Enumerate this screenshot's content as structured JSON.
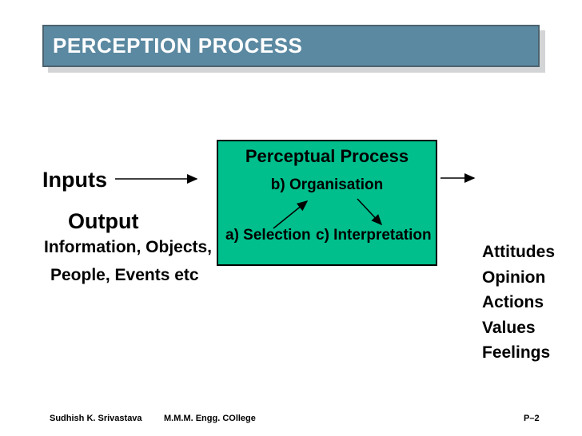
{
  "slide": {
    "title": "PERCEPTION PROCESS",
    "left_column": {
      "inputs_label": "Inputs",
      "output_label": "Output",
      "line1": "Information, Objects,",
      "line2": "People, Events etc"
    },
    "process_box": {
      "title": "Perceptual Process",
      "step_a": "a) Selection",
      "step_b": "b) Organisation",
      "step_c": "c) Interpretation"
    },
    "right_column": {
      "items": [
        "Attitudes",
        "Opinion",
        "Actions",
        "Values",
        "Feelings"
      ]
    },
    "footer": {
      "author": "Sudhish K. Srivastava",
      "institution": "M.M.M. Engg. COllege",
      "page": "P–2"
    },
    "colors": {
      "title_bar_bg": "#5b89a1",
      "title_bar_border": "#4c6370",
      "shadow": "#d3d4d6",
      "box_bg": "#00bf8c",
      "box_border": "#000000",
      "text": "#000000",
      "title_text": "#ffffff"
    }
  }
}
